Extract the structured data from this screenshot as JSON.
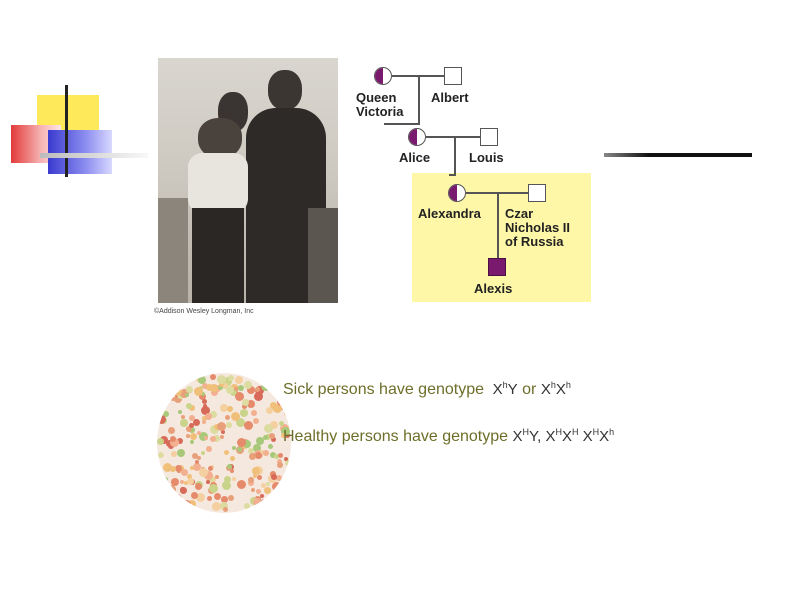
{
  "figure": {
    "copyright": "©Addison Wesley Longman, Inc",
    "pedigree": {
      "queen_victoria": "Queen\nVictoria",
      "albert": "Albert",
      "alice": "Alice",
      "louis": "Louis",
      "alexandra": "Alexandra",
      "czar": "Czar\nNicholas II\nof Russia",
      "alexis": "Alexis"
    },
    "colors": {
      "carrier": "#7a1a6e",
      "highlight": "#fff7a8"
    }
  },
  "text": {
    "sick": "Sick persons have genotype",
    "sick_g1_x": "X",
    "sick_g1_sup": "h",
    "sick_g1_y": "Y",
    "or": "or",
    "sick_g2_x1": "X",
    "sick_g2_sup1": "h",
    "sick_g2_x2": "X",
    "sick_g2_sup2": "h",
    "healthy": "Healthy persons have genotype",
    "h_g1_x": "X",
    "h_g1_sup": "H",
    "h_g1_y": "Y,",
    "h_g2_x1": "X",
    "h_g2_sup1": "H",
    "h_g2_x2": "X",
    "h_g2_sup2": "H",
    "h_g3_x1": "X",
    "h_g3_sup1": "H",
    "h_g3_x2": "X",
    "h_g3_sup2": "h"
  }
}
